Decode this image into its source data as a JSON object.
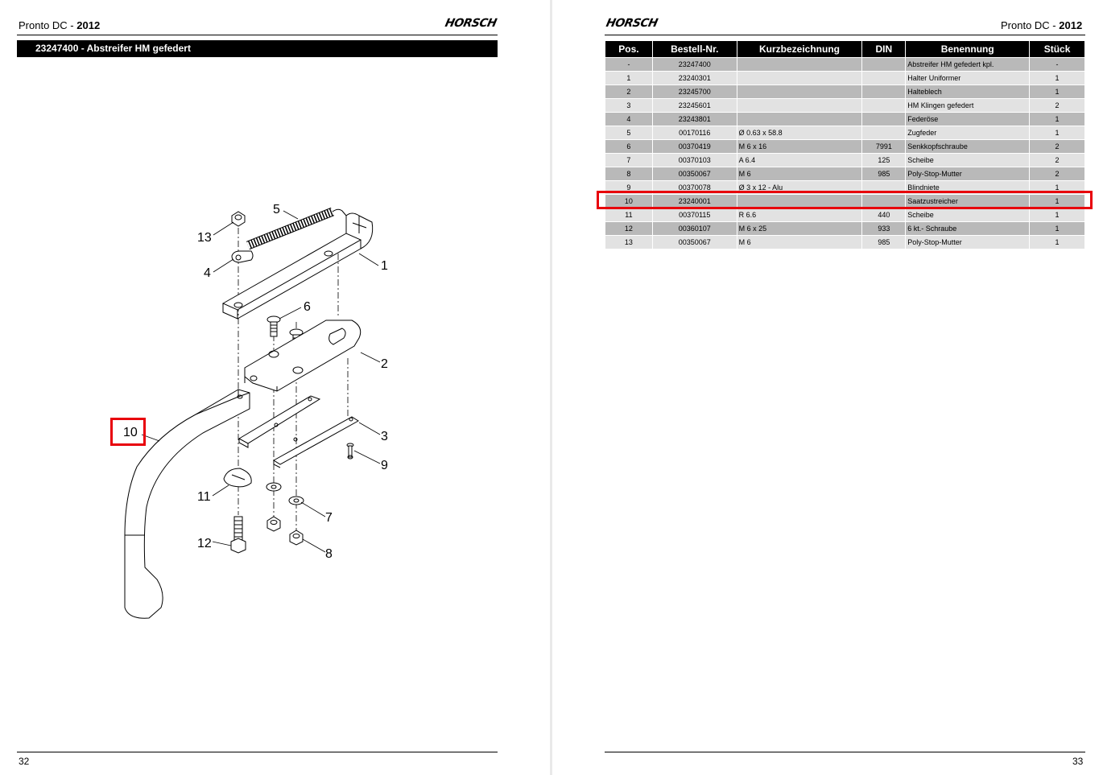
{
  "left_page": {
    "header_title_prefix": "Pronto DC - ",
    "header_title_year": "2012",
    "logo": "HORSCH",
    "section_title": "23247400  -  Abstreifer HM gefedert",
    "page_number": "32",
    "callouts": [
      "1",
      "2",
      "3",
      "4",
      "5",
      "6",
      "7",
      "8",
      "9",
      "10",
      "11",
      "12",
      "13"
    ]
  },
  "right_page": {
    "logo": "HORSCH",
    "header_title_prefix": "Pronto DC - ",
    "header_title_year": "2012",
    "page_number": "33",
    "columns": [
      "Pos.",
      "Bestell-Nr.",
      "Kurzbezeichnung",
      "DIN",
      "Benennung",
      "Stück"
    ],
    "rows": [
      {
        "pos": "-",
        "nr": "23247400",
        "kurz": "",
        "din": "",
        "ben": "Abstreifer HM gefedert kpl.",
        "st": "-"
      },
      {
        "pos": "1",
        "nr": "23240301",
        "kurz": "",
        "din": "",
        "ben": "Halter Uniformer",
        "st": "1"
      },
      {
        "pos": "2",
        "nr": "23245700",
        "kurz": "",
        "din": "",
        "ben": "Halteblech",
        "st": "1"
      },
      {
        "pos": "3",
        "nr": "23245601",
        "kurz": "",
        "din": "",
        "ben": "HM Klingen gefedert",
        "st": "2"
      },
      {
        "pos": "4",
        "nr": "23243801",
        "kurz": "",
        "din": "",
        "ben": "Federöse",
        "st": "1"
      },
      {
        "pos": "5",
        "nr": "00170116",
        "kurz": "Ø 0.63 x 58.8",
        "din": "",
        "ben": "Zugfeder",
        "st": "1"
      },
      {
        "pos": "6",
        "nr": "00370419",
        "kurz": "M 6 x 16",
        "din": "7991",
        "ben": "Senkkopfschraube",
        "st": "2"
      },
      {
        "pos": "7",
        "nr": "00370103",
        "kurz": "A 6.4",
        "din": "125",
        "ben": "Scheibe",
        "st": "2"
      },
      {
        "pos": "8",
        "nr": "00350067",
        "kurz": "M 6",
        "din": "985",
        "ben": "Poly-Stop-Mutter",
        "st": "2"
      },
      {
        "pos": "9",
        "nr": "00370078",
        "kurz": "Ø 3 x 12 - Alu",
        "din": "",
        "ben": "Blindniete",
        "st": "1"
      },
      {
        "pos": "10",
        "nr": "23240001",
        "kurz": "",
        "din": "",
        "ben": "Saatzustreicher",
        "st": "1"
      },
      {
        "pos": "11",
        "nr": "00370115",
        "kurz": "R 6.6",
        "din": "440",
        "ben": "Scheibe",
        "st": "1"
      },
      {
        "pos": "12",
        "nr": "00360107",
        "kurz": "M 6 x 25",
        "din": "933",
        "ben": "6 kt.- Schraube",
        "st": "1"
      },
      {
        "pos": "13",
        "nr": "00350067",
        "kurz": "M 6",
        "din": "985",
        "ben": "Poly-Stop-Mutter",
        "st": "1"
      }
    ]
  },
  "highlight_color": "#e8000b"
}
